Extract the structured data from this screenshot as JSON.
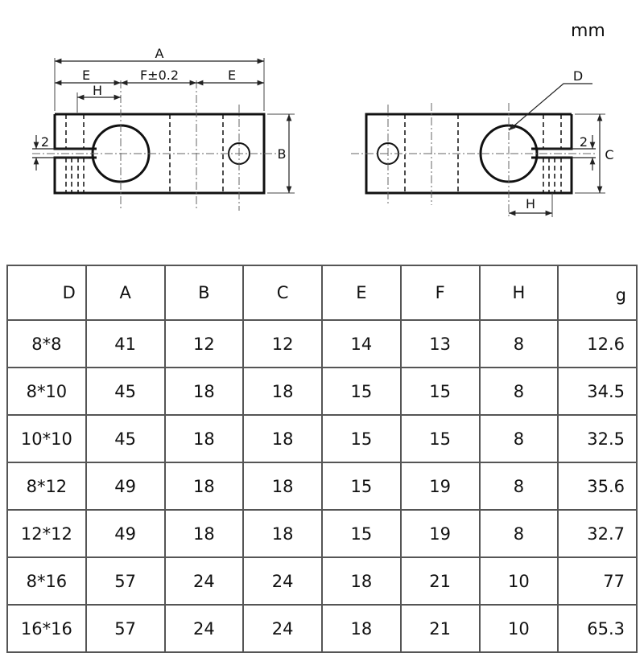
{
  "unit_label": "mm",
  "drawing": {
    "dim_A": "A",
    "dim_E_left": "E",
    "dim_F": "F±0.2",
    "dim_E_right": "E",
    "dim_H_left": "H",
    "dim_2_left": "2",
    "dim_B": "B",
    "dim_D": "D",
    "dim_2_right": "2",
    "dim_C": "C",
    "dim_H_right": "H"
  },
  "table": {
    "headers": [
      "D",
      "A",
      "B",
      "C",
      "E",
      "F",
      "H",
      "g"
    ],
    "rows": [
      [
        "8*8",
        "41",
        "12",
        "12",
        "14",
        "13",
        "8",
        "12.6"
      ],
      [
        "8*10",
        "45",
        "18",
        "18",
        "15",
        "15",
        "8",
        "34.5"
      ],
      [
        "10*10",
        "45",
        "18",
        "18",
        "15",
        "15",
        "8",
        "32.5"
      ],
      [
        "8*12",
        "49",
        "18",
        "18",
        "15",
        "19",
        "8",
        "35.6"
      ],
      [
        "12*12",
        "49",
        "18",
        "18",
        "15",
        "19",
        "8",
        "32.7"
      ],
      [
        "8*16",
        "57",
        "24",
        "24",
        "18",
        "21",
        "10",
        "77"
      ],
      [
        "16*16",
        "57",
        "24",
        "24",
        "18",
        "21",
        "10",
        "65.3"
      ]
    ]
  }
}
